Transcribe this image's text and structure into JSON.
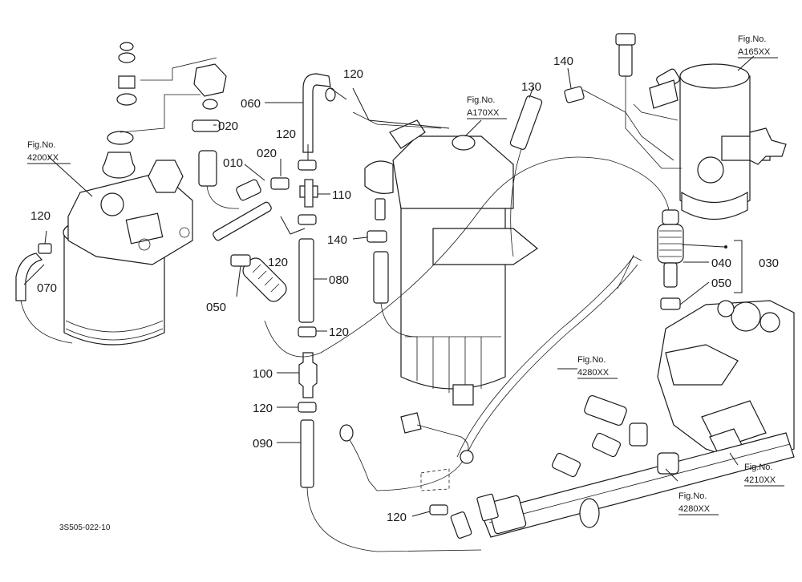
{
  "diagram_code": "3S505-022-10",
  "part_labels": {
    "p010": "010",
    "p020a": "020",
    "p020b": "020",
    "p030": "030",
    "p040": "040",
    "p050a": "050",
    "p050b": "050",
    "p060": "060",
    "p070": "070",
    "p080": "080",
    "p090": "090",
    "p100": "100",
    "p110": "110",
    "p120a": "120",
    "p120b": "120",
    "p120c": "120",
    "p120d": "120",
    "p120e": "120",
    "p120f": "120",
    "p120g": "120",
    "p130": "130",
    "p140a": "140",
    "p140b": "140"
  },
  "figure_refs": {
    "fig_prefix": "Fig.No.",
    "ref_4200": "4200XX",
    "ref_A170": "A170XX",
    "ref_A165": "A165XX",
    "ref_4280a": "4280XX",
    "ref_4280b": "4280XX",
    "ref_4210": "4210XX"
  }
}
